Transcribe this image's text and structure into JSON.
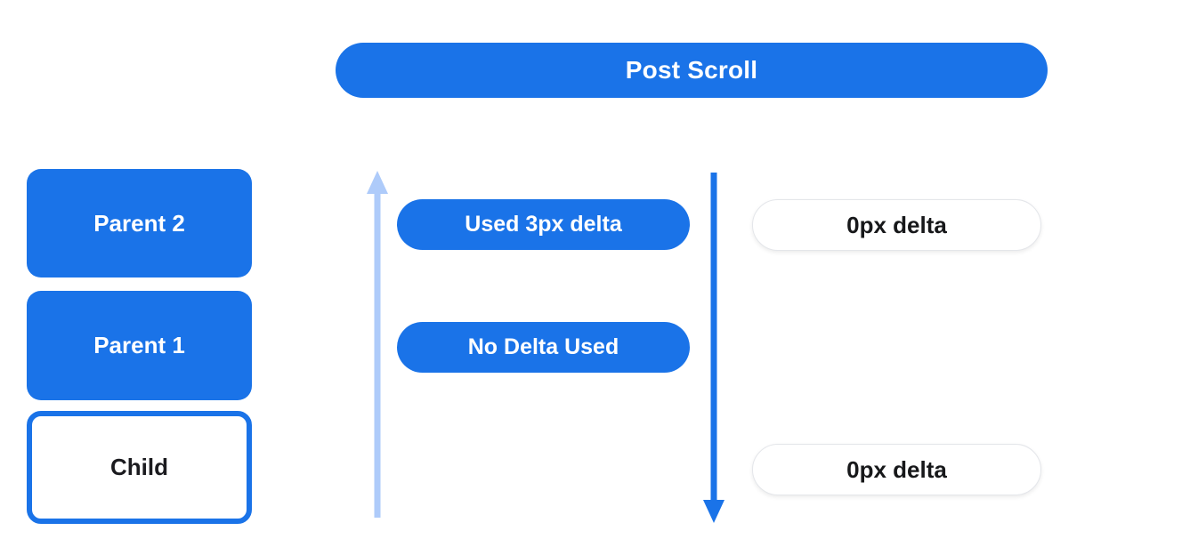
{
  "colors": {
    "primary_blue": "#1a73e8",
    "light_blue": "#aecbfa",
    "pill_background": "#ffffff",
    "pill_border": "#e4e6ea",
    "text_on_blue": "#ffffff",
    "text_dark": "#17181a"
  },
  "header": {
    "label": "Post Scroll"
  },
  "left_column": {
    "parent2_label": "Parent 2",
    "parent1_label": "Parent 1",
    "child_label": "Child"
  },
  "middle_column": {
    "pill_top_label": "Used 3px delta",
    "pill_bottom_label": "No Delta Used"
  },
  "right_column": {
    "pill_top_label": "0px delta",
    "pill_bottom_label": "0px delta"
  },
  "arrows": {
    "up_arrow": "upward scroll propagation (light blue)",
    "down_arrow": "downward scroll propagation (blue)"
  }
}
